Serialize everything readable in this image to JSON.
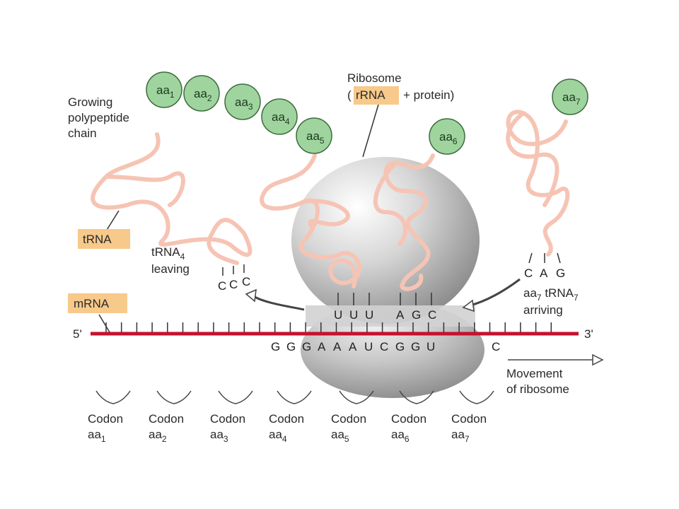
{
  "labels": {
    "growing_chain": [
      "Growing",
      "polypeptide",
      "chain"
    ],
    "ribosome": "Ribosome",
    "ribosome_paren_open": "(",
    "rrna": "rRNA",
    "ribosome_rest": "+ protein)",
    "trna": "tRNA",
    "trna4_leaving": [
      "tRNA",
      "4",
      "leaving"
    ],
    "mrna": "mRNA",
    "five_prime": "5'",
    "three_prime": "3'",
    "arriving": [
      "aa",
      "7",
      " tRNA",
      "7",
      "arriving"
    ],
    "movement": [
      "Movement",
      "of ribosome"
    ]
  },
  "amino_acids": [
    {
      "base": "aa",
      "sub": "1"
    },
    {
      "base": "aa",
      "sub": "2"
    },
    {
      "base": "aa",
      "sub": "3"
    },
    {
      "base": "aa",
      "sub": "4"
    },
    {
      "base": "aa",
      "sub": "5"
    },
    {
      "base": "aa",
      "sub": "6"
    },
    {
      "base": "aa",
      "sub": "7"
    }
  ],
  "anticodons": {
    "leaving": [
      "C",
      "C",
      "C"
    ],
    "site1": [
      "U",
      "U",
      "U"
    ],
    "site2": [
      "A",
      "G",
      "C"
    ],
    "arriving": [
      "C",
      "A",
      "G"
    ]
  },
  "mrna_sequence": [
    "G",
    "G",
    "G",
    "A",
    "A",
    "A",
    "U",
    "C",
    "G",
    "G",
    "U",
    "C"
  ],
  "codons": [
    {
      "label": "Codon",
      "aa": "aa",
      "sub": "1"
    },
    {
      "label": "Codon",
      "aa": "aa",
      "sub": "2"
    },
    {
      "label": "Codon",
      "aa": "aa",
      "sub": "3"
    },
    {
      "label": "Codon",
      "aa": "aa",
      "sub": "4"
    },
    {
      "label": "Codon",
      "aa": "aa",
      "sub": "5"
    },
    {
      "label": "Codon",
      "aa": "aa",
      "sub": "6"
    },
    {
      "label": "Codon",
      "aa": "aa",
      "sub": "7"
    }
  ],
  "colors": {
    "amino_acid_fill": "#9fd49f",
    "amino_acid_stroke": "#3d6b3d",
    "trna": "#f6c4b4",
    "mrna": "#c8102e",
    "highlight_box": "#f7c98a",
    "ribosome": "#b9b9b9"
  }
}
